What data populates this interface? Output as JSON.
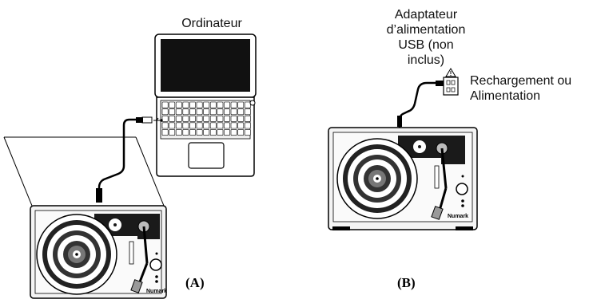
{
  "labels": {
    "computer": "Ordinateur",
    "adapter_lines": [
      "Adaptateur",
      "d’alimentation",
      "USB (non",
      "inclus)"
    ],
    "charging_lines": [
      "Rechargement ou",
      "Alimentation"
    ],
    "brand_a": "Numark",
    "brand_b": "Numark"
  },
  "figure_tags": {
    "a": "(A)",
    "b": "(B)"
  },
  "colors": {
    "line": "#000000",
    "body": "#f4f4f4",
    "dark_panel": "#1a1a1a",
    "screen": "#111111"
  },
  "icons": [
    "laptop-icon",
    "turntable-icon",
    "usb-plug-icon",
    "wall-outlet-icon",
    "warning-triangle-icon",
    "usb-symbol-icon"
  ]
}
